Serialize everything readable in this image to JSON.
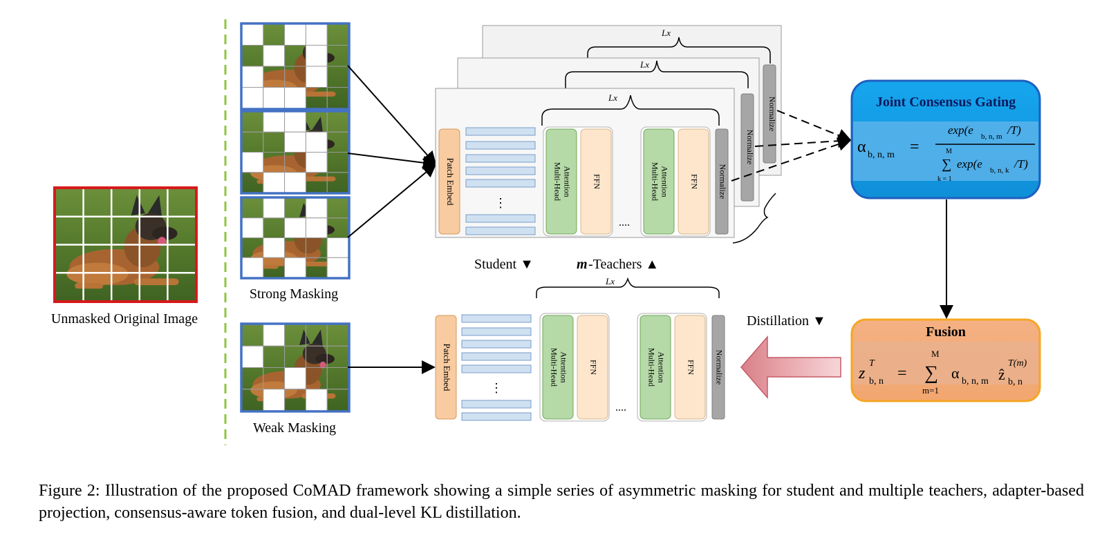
{
  "labels": {
    "unmasked": "Unmasked Original Image",
    "strong_masking": "Strong Masking",
    "weak_masking": "Weak Masking",
    "student": "Student ▼",
    "teachers_prefix": "m",
    "teachers": "-Teachers ▲",
    "distillation": "Distillation ▼",
    "lx": "Lx",
    "patch_embed": "Patch Embed",
    "mha_line1": "Multi-Head",
    "mha_line2": "Attention",
    "ffn": "FFN",
    "normalize": "Normalize",
    "ellipsis_h": "....",
    "ellipsis_v": "⋮"
  },
  "gating": {
    "title": "Joint Consensus Gating",
    "lhs": "α",
    "lhs_sub": "b, n, m",
    "equals": "=",
    "numerator": "exp(e",
    "numerator_sub": "b, n, m",
    "numerator_end": "/T)",
    "sum_top": "M",
    "sum_sym": "∑",
    "sum_bottom": "k = 1",
    "denominator": "exp(e",
    "denominator_sub": "b, n, k",
    "denominator_end": "/T)"
  },
  "fusion": {
    "title": "Fusion",
    "lhs": "z",
    "lhs_sup": "T",
    "lhs_sub": "b, n",
    "equals": "=",
    "sum_top": "M",
    "sum_sym": "∑",
    "sum_bottom": "m=1",
    "alpha": "α",
    "alpha_sub": "b, n, m",
    "zhat": "ẑ",
    "zhat_sup": "T(m)",
    "zhat_sub": "b, n"
  },
  "caption": "Figure 2: Illustration of the proposed CoMAD framework showing a simple series of asymmetric masking for student and multiple teachers, adapter-based projection, consensus-aware token fusion, and dual-level KL distillation.",
  "colors": {
    "red_border": "#d7191c",
    "blue_border": "#4472c4",
    "green_dash": "#8cc63f",
    "patch_embed": "#f8cba0",
    "token": "#cfe0f1",
    "attention": "#b5d9a7",
    "ffn": "#fde6cc",
    "normalize": "#a6a6a6",
    "gating_box": "#1da1e8",
    "fusion_box": "#f4a46a",
    "arrow_pink": "#e8a0a6"
  }
}
